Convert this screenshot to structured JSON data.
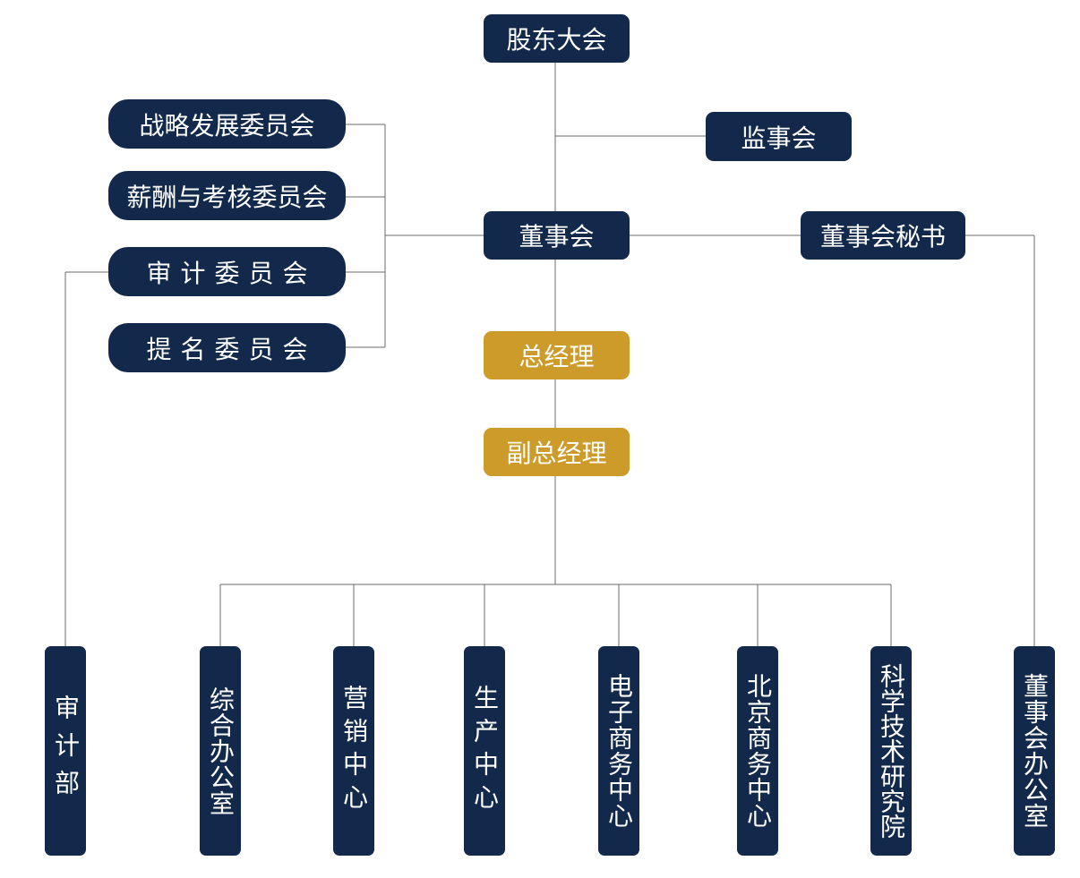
{
  "top": {
    "shareholders": "股东大会",
    "supervisory": "监事会",
    "board": "董事会",
    "board_secretary": "董事会秘书"
  },
  "committees": {
    "strategy": "战略发展委员会",
    "compensation": "薪酬与考核委员会",
    "audit": "审计委员会",
    "nomination": "提名委员会"
  },
  "management": {
    "gm": "总经理",
    "deputy_gm": "副总经理"
  },
  "departments": {
    "audit_dept": "审计部",
    "general_office": "综合办公室",
    "marketing": "营销中心",
    "production": "生产中心",
    "ecommerce": "电子商务中心",
    "beijing_business": "北京商务中心",
    "research": "科学技术研究院",
    "board_office": "董事会办公室"
  },
  "colors": {
    "node": "#13294b",
    "management": "#cc9b2a",
    "line": "#6b6b6b"
  }
}
